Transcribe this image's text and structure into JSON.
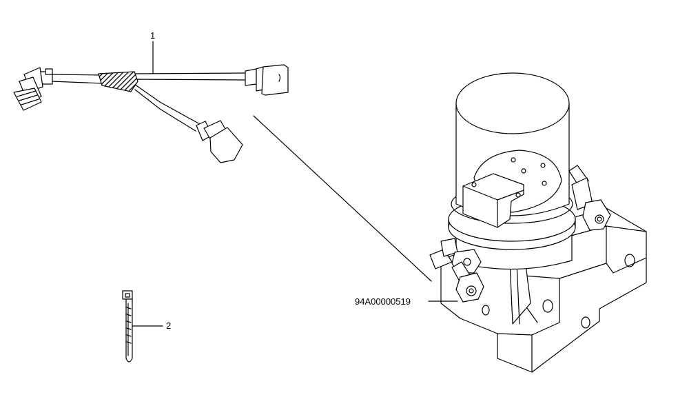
{
  "callouts": {
    "item_1": "1",
    "item_2": "2",
    "part_number": "94A00000519"
  },
  "colors": {
    "line": "#000000",
    "background": "#ffffff"
  }
}
